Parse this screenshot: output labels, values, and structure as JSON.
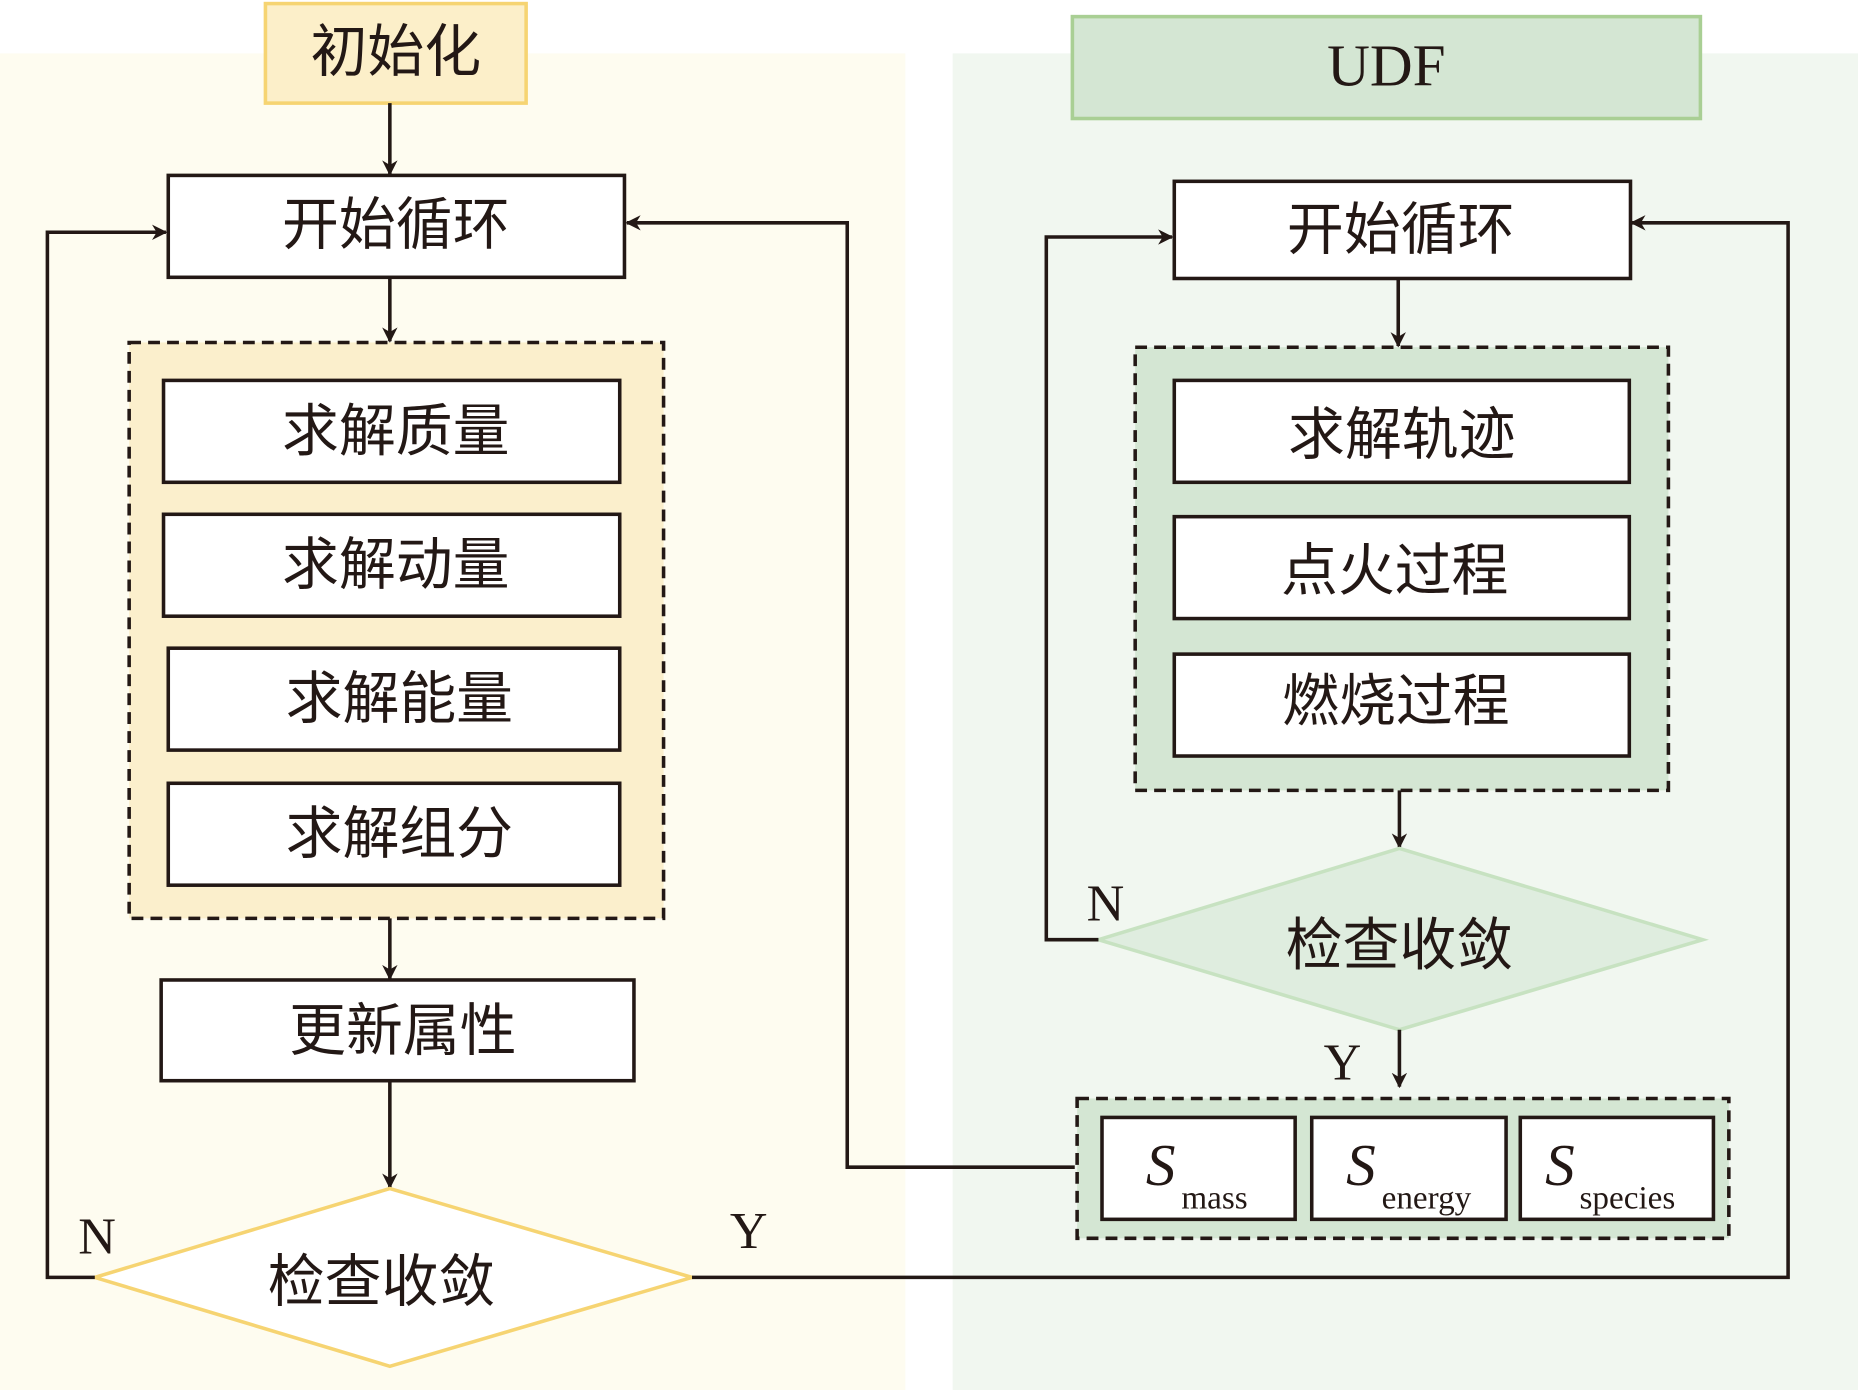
{
  "colors": {
    "left_panel_bg": "#fefcf0",
    "left_header_fill": "#fcefc9",
    "left_header_border": "#f6d472",
    "left_group_fill": "#fbefcc",
    "left_diamond_border": "#f6d472",
    "right_panel_bg": "#f1f7f0",
    "right_header_fill": "#d4e6d3",
    "right_header_border": "#a9cf94",
    "right_group_fill": "#d4e6d3",
    "right_diamond_fill": "#dfeddf",
    "right_diamond_border": "#c7e2c1",
    "stroke": "#231815"
  },
  "left": {
    "header": "初始化",
    "start_loop": "开始循环",
    "solve_steps": [
      "求解质量",
      "求解动量",
      "求解能量",
      "求解组分"
    ],
    "update": "更新属性",
    "check": "检查收敛",
    "no_label": "N",
    "yes_label": "Y"
  },
  "right": {
    "header": "UDF",
    "start_loop": "开始循环",
    "steps": [
      "求解轨迹",
      "点火过程",
      "燃烧过程"
    ],
    "check": "检查收敛",
    "no_label": "N",
    "yes_label": "Y",
    "sources": [
      {
        "symbol": "S",
        "subscript": "mass"
      },
      {
        "symbol": "S",
        "subscript": "energy"
      },
      {
        "symbol": "S",
        "subscript": "species"
      }
    ]
  }
}
